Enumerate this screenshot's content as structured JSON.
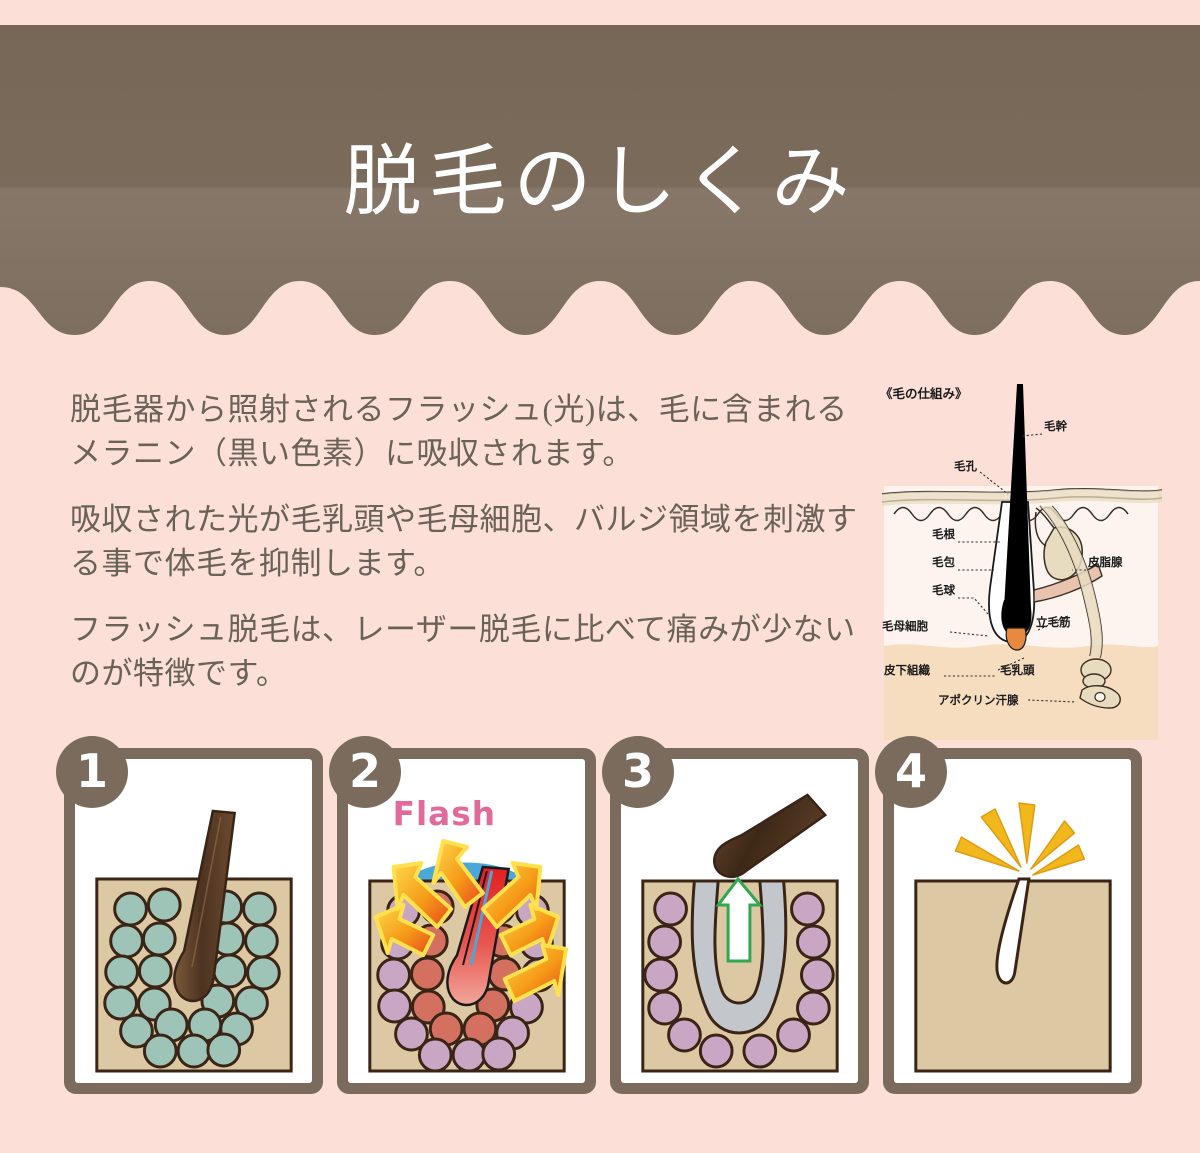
{
  "page": {
    "background_color": "#fce0d8",
    "accent_brown": "#7a6b5d",
    "text_color": "#6b6257"
  },
  "header": {
    "title": "脱毛のしくみ",
    "bg_top_color": "#776757",
    "bg_bottom_color": "#857566",
    "title_color": "#ffffff"
  },
  "copy": {
    "paragraphs": [
      "脱毛器から照射されるフラッシュ(光)は、毛に含まれるメラニン（黒い色素）に吸収されます。",
      "吸収された光が毛乳頭や毛母細胞、バルジ領域を刺激する事で体毛を抑制します。",
      "フラッシュ脱毛は、レーザー脱毛に比べて痛みが少ないのが特徴です。"
    ]
  },
  "anatomy": {
    "title": "《毛の仕組み》",
    "labels": {
      "hair_shaft": "毛幹",
      "pore": "毛孔",
      "hair_root": "毛根",
      "follicle": "毛包",
      "hair_bulb": "毛球",
      "matrix_cells": "毛母細胞",
      "subcutaneous": "皮下組織",
      "sebaceous_gland": "皮脂腺",
      "arrector_pili": "立毛筋",
      "dermal_papilla": "毛乳頭",
      "apocrine_gland": "アポクリン汗腺"
    },
    "colors": {
      "hair": "#000000",
      "skin_surface": "#fdf4ef",
      "subcutaneous_fat": "#f7ddc0",
      "gland": "#e8dcc0",
      "papilla": "#e8893f",
      "muscle": "#e8c3ae"
    }
  },
  "steps": [
    {
      "number": "1",
      "name": "hair-in-follicle",
      "cell_color": "#9ec4b8",
      "skin_color": "#ddc8a4",
      "hair_color": "#5a3d28"
    },
    {
      "number": "2",
      "name": "flash-irradiation",
      "flash_label": "Flash",
      "flash_color": "#e2699a",
      "arrow_color": "#f5a623",
      "arrow_tip_color": "#e8491f",
      "heated_cell_color": "#d4705f",
      "cell_color": "#c9a7c4",
      "skin_color": "#ddc8a4"
    },
    {
      "number": "3",
      "name": "hair-removal",
      "cell_color": "#c9a7c4",
      "follicle_color": "#c3c7cc",
      "arrow_color": "#2fa84f",
      "skin_color": "#ddc8a4",
      "hair_color": "#4a3020"
    },
    {
      "number": "4",
      "name": "smooth-skin",
      "sparkle_color": "#f0b81d",
      "skin_color": "#ddc8a4",
      "empty_follicle_color": "#ffffff"
    }
  ]
}
